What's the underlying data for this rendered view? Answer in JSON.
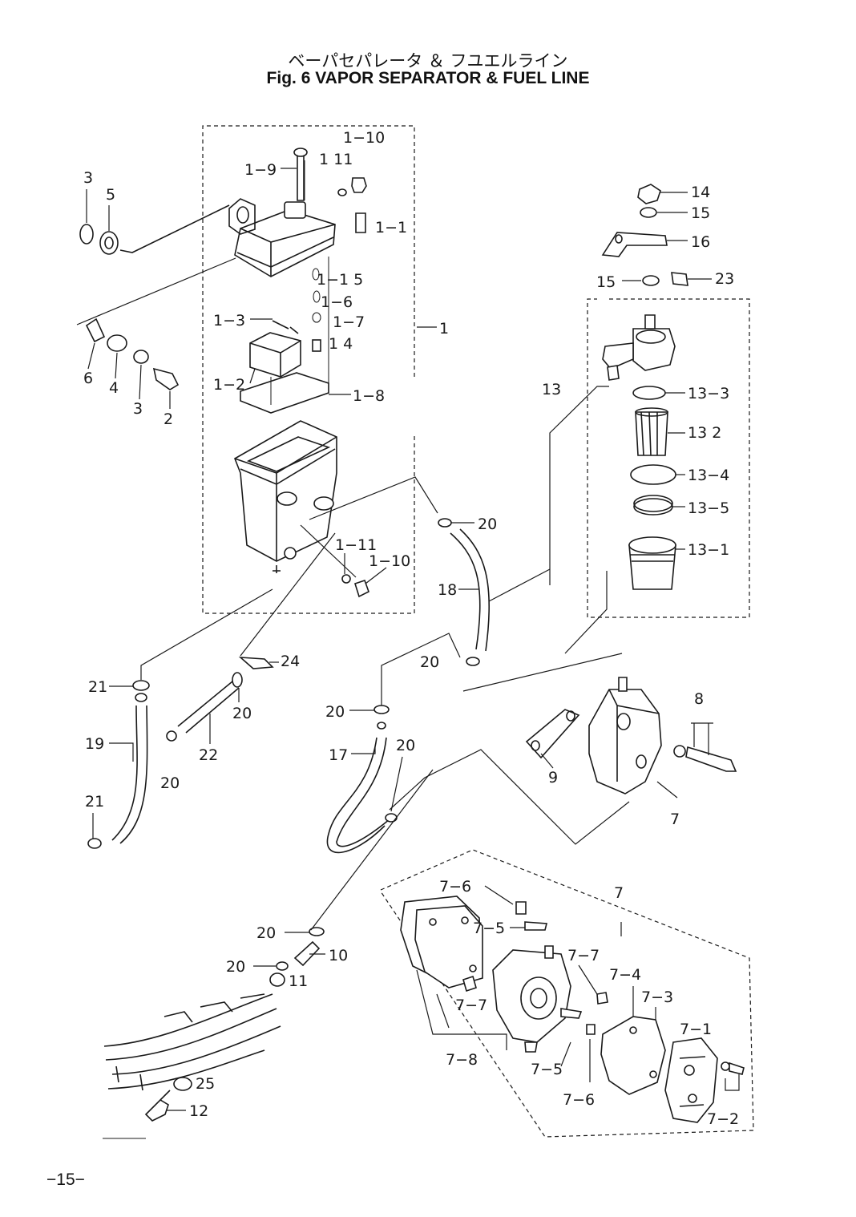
{
  "title": {
    "japanese": "ベーパセパレータ ＆ フユエルライン",
    "english": "Fig. 6    VAPOR SEPARATOR & FUEL LINE"
  },
  "page_number": "−15−",
  "callouts": {
    "c1_10_top": "1−10",
    "c1_9": "1−9",
    "c1_11_top": "1 11",
    "c1_1": "1−1",
    "c1_15": "1−1 5",
    "c1_6": "1−6",
    "c1_3": "1−3",
    "c1_7": "1−7",
    "c1_14": "1 4",
    "c1": "1",
    "c1_2": "1−2",
    "c1_8": "1−8",
    "c1_11_bot": "1−11",
    "c1_10_bot": "1−10",
    "c3_top": "3",
    "c5": "5",
    "c6": "6",
    "c4": "4",
    "c3_bot": "3",
    "c2": "2",
    "c14": "14",
    "c15_top": "15",
    "c16": "16",
    "c15_bot": "15",
    "c23": "23",
    "c13": "13",
    "c13_3": "13−3",
    "c13_2": "13 2",
    "c13_4": "13−4",
    "c13_5": "13−5",
    "c13_1": "13−1",
    "c20_a": "20",
    "c18": "18",
    "c20_b": "20",
    "c24": "24",
    "c21_top": "21",
    "c20_c": "20",
    "c20_d": "20",
    "c19": "19",
    "c22": "22",
    "c20_e": "20",
    "c17": "17",
    "c20_f": "20",
    "c21_bot": "21",
    "c8": "8",
    "c9": "9",
    "c7_pump": "7",
    "c7_group": "7",
    "c7_6_top": "7−6",
    "c7_5_top": "7−5",
    "c7_7_a": "7−7",
    "c7_7_b": "7−7",
    "c7_4": "7−4",
    "c7_3": "7−3",
    "c7_1": "7−1",
    "c7_8": "7−8",
    "c7_5_bot": "7−5",
    "c7_6_bot": "7−6",
    "c7_2": "7−2",
    "c20_g": "20",
    "c10": "10",
    "c20_h": "20",
    "c11": "11",
    "c25": "25",
    "c12": "12"
  }
}
